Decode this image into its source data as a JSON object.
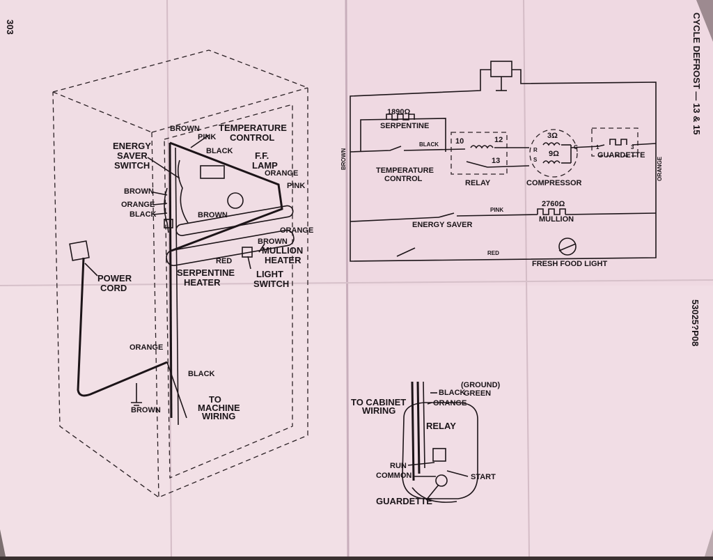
{
  "page_number": "303",
  "side_title": "CYCLE DEFROST — 13 & 15",
  "part_number": "53025?P08",
  "pictorial": {
    "brown_top": "BROWN",
    "pink_top": "PINK",
    "temperature_control": [
      "TEMPERATURE",
      "CONTROL"
    ],
    "energy_saver_switch": [
      "ENERGY",
      "SAVER",
      "SWITCH"
    ],
    "black_top": "BLACK",
    "ff_lamp": [
      "F.F.",
      "LAMP"
    ],
    "orange_right": "ORANGE",
    "pink_right": "PINK",
    "brown_left": "BROWN",
    "orange_left": "ORANGE",
    "black_left": "BLACK",
    "brown_mid": "BROWN",
    "orange_mid": "ORANGE",
    "brown_heater": "BROWN",
    "mullion_heater": [
      "MULLION",
      "HEATER"
    ],
    "red": "RED",
    "serpentine_heater": [
      "SERPENTINE",
      "HEATER"
    ],
    "light_switch": [
      "LIGHT",
      "SWITCH"
    ],
    "power_cord": [
      "POWER",
      "CORD"
    ],
    "orange_bottom": "ORANGE",
    "black_bottom": "BLACK",
    "to_machine_wiring": [
      "TO",
      "MACHINE",
      "WIRING"
    ],
    "brown_bottom": "BROWN"
  },
  "schematic": {
    "serpentine_ohms": "1890Ω",
    "serpentine": "SERPENTINE",
    "black": "BLACK",
    "temperature_control": [
      "TEMPERATURE",
      "CONTROL"
    ],
    "relay": "RELAY",
    "relay_pins": [
      "10",
      "12",
      "13"
    ],
    "compressor_ohms_top": "3Ω",
    "compressor_ohms_bottom": "9Ω",
    "compressor_pins": [
      "R",
      "S",
      "C"
    ],
    "compressor": "COMPRESSOR",
    "guardette": "GUARDETTE",
    "guardette_pins": [
      "1",
      "3"
    ],
    "brown": "BROWN",
    "orange": "ORANGE",
    "mullion_ohms": "2760Ω",
    "pink": "PINK",
    "energy_saver": "ENERGY SAVER",
    "mullion": "MULLION",
    "red": "RED",
    "fresh_food_light": "FRESH FOOD LIGHT"
  },
  "compressor_detail": {
    "to_cabinet_wiring": [
      "TO CABINET",
      "WIRING"
    ],
    "black": "BLACK",
    "ground_green": [
      "(GROUND)",
      "GREEN"
    ],
    "orange": "ORANGE",
    "relay": "RELAY",
    "run": "RUN",
    "common": "COMMON",
    "start": "START",
    "guardette": "GUARDETTE"
  }
}
